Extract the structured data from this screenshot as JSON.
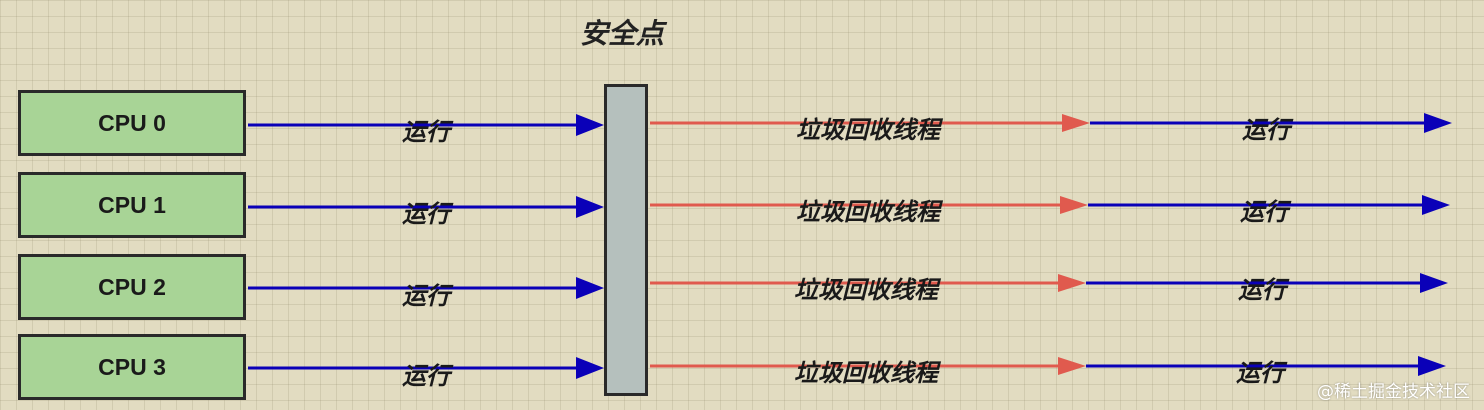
{
  "title": "安全点",
  "cpus": [
    "CPU 0",
    "CPU 1",
    "CPU 2",
    "CPU 3"
  ],
  "labels": {
    "run": "运行",
    "gc": "垃圾回收线程"
  },
  "colors": {
    "blue": "#0a00b8",
    "red": "#e05a4e",
    "cpu_fill": "#a8d496",
    "barrier_fill": "#b5c0bd"
  },
  "watermark": "@稀土掘金技术社区"
}
